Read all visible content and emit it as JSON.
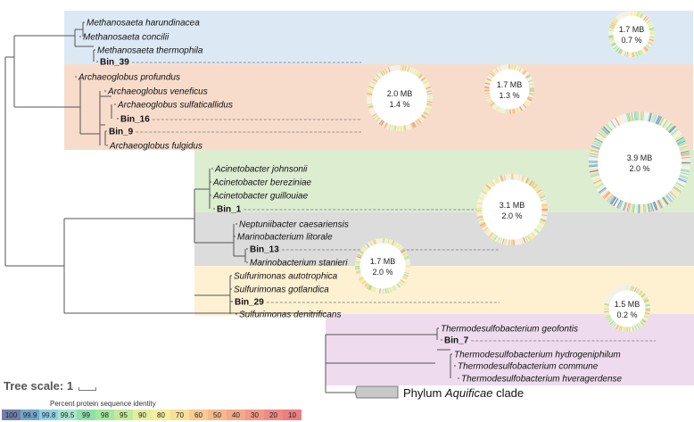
{
  "tree": {
    "leaves": [
      {
        "label": "Methanosaeta harundinacea",
        "bin": false
      },
      {
        "label": "Methanosaeta concilii",
        "bin": false
      },
      {
        "label": "Methanosaeta thermophila",
        "bin": false
      },
      {
        "label": "Bin_39",
        "bin": true
      },
      {
        "label": "Archaeoglobus profundus",
        "bin": false
      },
      {
        "label": "Archaeoglobus veneficus",
        "bin": false
      },
      {
        "label": "Archaeoglobus sulfaticallidus",
        "bin": false
      },
      {
        "label": "Bin_16",
        "bin": true
      },
      {
        "label": "Bin_9",
        "bin": true
      },
      {
        "label": "Archaeoglobus fulgidus",
        "bin": false
      },
      {
        "label": "Acinetobacter johnsonii",
        "bin": false
      },
      {
        "label": "Acinetobacter bereziniae",
        "bin": false
      },
      {
        "label": "Acinetobacter guillouiae",
        "bin": false
      },
      {
        "label": "Bin_1",
        "bin": true
      },
      {
        "label": "Neptuniibacter caesariensis",
        "bin": false
      },
      {
        "label": "Marinobacterium litorale",
        "bin": false
      },
      {
        "label": "Bin_13",
        "bin": true
      },
      {
        "label": "Marinobacterium stanieri",
        "bin": false
      },
      {
        "label": "Sulfurimonas autotrophica",
        "bin": false
      },
      {
        "label": "Sulfurimonas gotlandica",
        "bin": false
      },
      {
        "label": "Bin_29",
        "bin": true
      },
      {
        "label": "Sulfurimonas denitrificans",
        "bin": false
      },
      {
        "label": "Thermodesulfobacterium geofontis",
        "bin": false
      },
      {
        "label": "Bin_7",
        "bin": true
      },
      {
        "label": "Thermodesulfobacterium hydrogeniphilum",
        "bin": false
      },
      {
        "label": "Thermodesulfobacterium commune",
        "bin": false
      },
      {
        "label": "Thermodesulfobacterium hveragerdense",
        "bin": false
      }
    ],
    "collapsed_clade": {
      "prefix": "Phylum ",
      "name": "Aquificae",
      "suffix": " clade"
    },
    "clade_colors": [
      "#dce9f5",
      "#f8dccb",
      "#dcedd0",
      "#dcdcdc",
      "#fdf1d2",
      "#eedbee"
    ]
  },
  "genomes": [
    {
      "bin": "Bin_39",
      "size": "1.7 MB",
      "identity": "0.7 %"
    },
    {
      "bin": "Bin_16",
      "size": "2.0 MB",
      "identity": "1.4 %"
    },
    {
      "bin": "Bin_9",
      "size": "1.7 MB",
      "identity": "1.3 %"
    },
    {
      "bin": "Bin_1",
      "size": "3.9 MB",
      "identity": "2.0 %"
    },
    {
      "bin": "Bin_13",
      "size": "3.1 MB",
      "identity": "2.0 %"
    },
    {
      "bin": "Bin_29",
      "size": "1.7 MB",
      "identity": "2.0 %"
    },
    {
      "bin": "Bin_7",
      "size": "1.5 MB",
      "identity": "0.2 %"
    }
  ],
  "scale": {
    "label": "Tree scale: 1"
  },
  "legend": {
    "title": "Percent protein sequence identity",
    "items": [
      {
        "label": "100",
        "color": "#6f7fa6"
      },
      {
        "label": "99.9",
        "color": "#74a6cf"
      },
      {
        "label": "99.8",
        "color": "#8fd0e6"
      },
      {
        "label": "99.5",
        "color": "#a8e6d2"
      },
      {
        "label": "99",
        "color": "#8fe0a8"
      },
      {
        "label": "98",
        "color": "#a6e6a0"
      },
      {
        "label": "95",
        "color": "#c3ea9b"
      },
      {
        "label": "90",
        "color": "#e2ef9f"
      },
      {
        "label": "80",
        "color": "#f5ef9f"
      },
      {
        "label": "70",
        "color": "#f9df97"
      },
      {
        "label": "60",
        "color": "#f9cb8f"
      },
      {
        "label": "50",
        "color": "#f6b98a"
      },
      {
        "label": "40",
        "color": "#f4a98a"
      },
      {
        "label": "30",
        "color": "#f29a88"
      },
      {
        "label": "20",
        "color": "#ef8b84"
      },
      {
        "label": "10",
        "color": "#ec7f82"
      }
    ]
  }
}
